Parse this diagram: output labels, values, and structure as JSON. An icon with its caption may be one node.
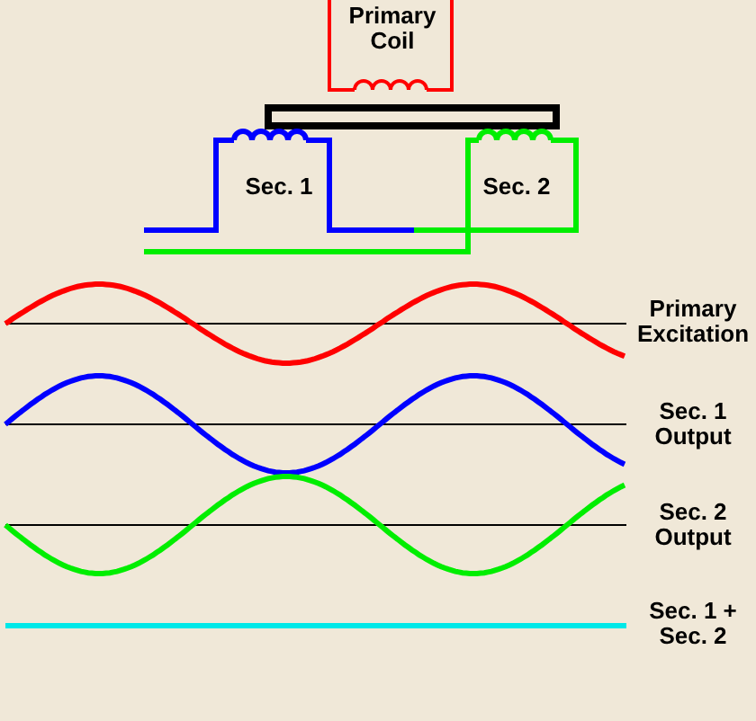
{
  "diagram": {
    "labels": [
      "Primary Coil",
      "Sec. 1",
      "Sec. 2",
      "Primary Excitation",
      "Sec. 1 Output",
      "Sec. 2 Output",
      "Sec. 1 + Sec. 2"
    ]
  }
}
